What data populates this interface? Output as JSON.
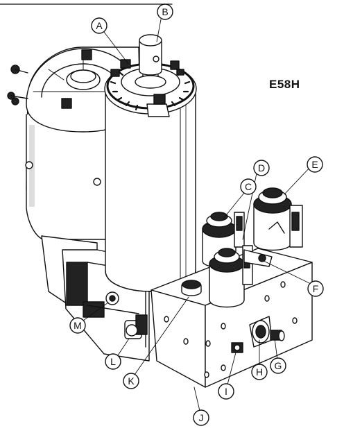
{
  "model": "E58H",
  "callouts": {
    "A": "A",
    "B": "B",
    "C": "C",
    "D": "D",
    "E": "E",
    "F": "F",
    "G": "G",
    "H": "H",
    "I": "I",
    "J": "J",
    "K": "K",
    "L": "L",
    "M": "M"
  }
}
